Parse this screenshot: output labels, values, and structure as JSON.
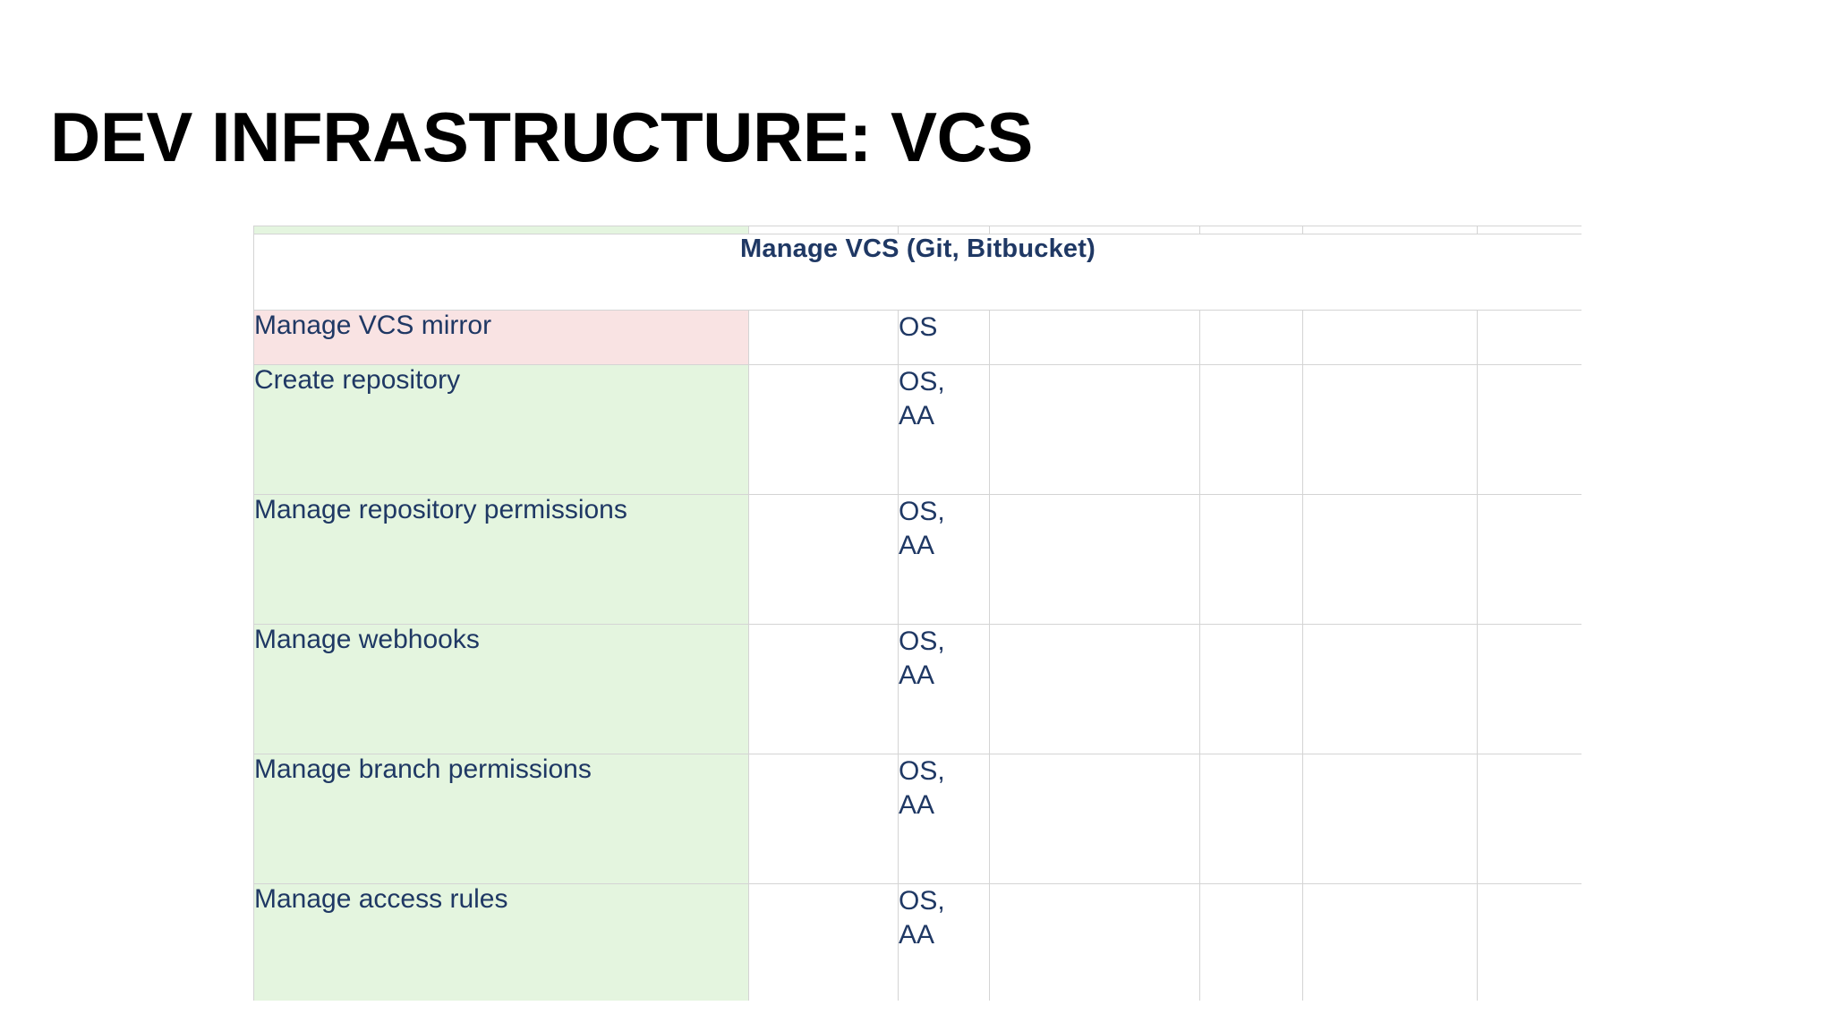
{
  "slide": {
    "title": "DEV INFRASTRUCTURE: VCS",
    "background_color": "#ffffff",
    "title_color": "#000000"
  },
  "colors": {
    "header_band_bg": "#ededed",
    "header_text": "#1f3864",
    "body_text": "#1f3864",
    "highlight_pink": "#f9e3e3",
    "highlight_green": "#e4f5df",
    "grid_line": "#d4d4d4",
    "cell_white": "#ffffff"
  },
  "table": {
    "group_header": "Manage VCS (Git, Bitbucket)",
    "column_count": 7,
    "rows": [
      {
        "task": "Manage VCS mirror",
        "task_bg": "pink",
        "cells": [
          "",
          "OS",
          "",
          "",
          "",
          ""
        ],
        "height": "short"
      },
      {
        "task": "Create repository",
        "task_bg": "green",
        "cells": [
          "",
          "OS,\nAA",
          "",
          "",
          "",
          ""
        ],
        "height": "tall"
      },
      {
        "task": "Manage repository permissions",
        "task_bg": "green",
        "cells": [
          "",
          "OS,\nAA",
          "",
          "",
          "",
          ""
        ],
        "height": "tall"
      },
      {
        "task": "Manage webhooks",
        "task_bg": "green",
        "cells": [
          "",
          "OS,\nAA",
          "",
          "",
          "",
          ""
        ],
        "height": "tall"
      },
      {
        "task": "Manage branch permissions",
        "task_bg": "green",
        "cells": [
          "",
          "OS,\nAA",
          "",
          "",
          "",
          ""
        ],
        "height": "tall"
      },
      {
        "task": "Manage access rules",
        "task_bg": "green",
        "cells": [
          "",
          "OS,\nAA",
          "",
          "",
          "",
          ""
        ],
        "height": "tall"
      }
    ],
    "role_codes": {
      "OS": "OS",
      "OS_AA_line1": "OS,",
      "OS_AA_line2": "AA"
    }
  }
}
